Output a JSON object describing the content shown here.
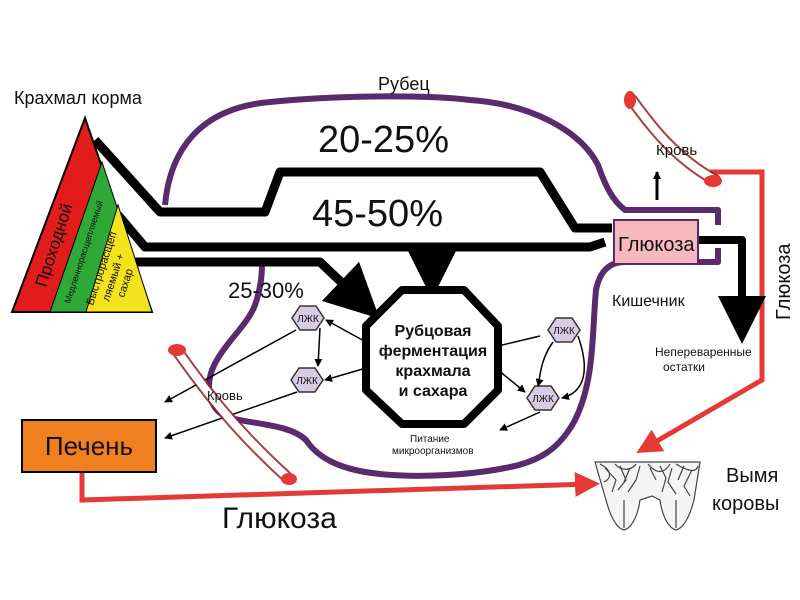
{
  "labels": {
    "starch": "Крахмал корма",
    "rumen": "Рубец",
    "pct_top": "20-25%",
    "pct_mid": "45-50%",
    "pct_low": "25-30%",
    "glucose_box": "Глюкоза",
    "blood_top": "Кровь",
    "intestine": "Кишечник",
    "glucose_vertical": "Глюкоза",
    "undigested_1": "Непереваренные",
    "undigested_2": "остатки",
    "ferment_1": "Рубцовая",
    "ferment_2": "ферментация",
    "ferment_3": "крахмала",
    "ferment_4": "и сахара",
    "vfa": "ЛЖК",
    "feeding_1": "Питание",
    "feeding_2": "микроорганизмов",
    "blood_left": "Кровь",
    "liver": "Печень",
    "glucose_bottom": "Глюкоза",
    "udder_1": "Вымя",
    "udder_2": "коровы",
    "tri_bypass": "Проходной",
    "tri_slow": "Медленнорасщепляемый",
    "tri_fast_1": "Быстрорасщеп",
    "tri_fast_2": "ляемый +",
    "tri_fast_3": "сахар"
  },
  "colors": {
    "rumen_outline": "#5a2a6e",
    "red_arrow": "#e53935",
    "liver_fill": "#f07f1f",
    "glucose_fill": "#f7b9bd",
    "vfa_fill": "#d7cbe6",
    "tri_red": "#e21b1b",
    "tri_green": "#2ea836",
    "tri_yellow": "#f4e21c"
  }
}
